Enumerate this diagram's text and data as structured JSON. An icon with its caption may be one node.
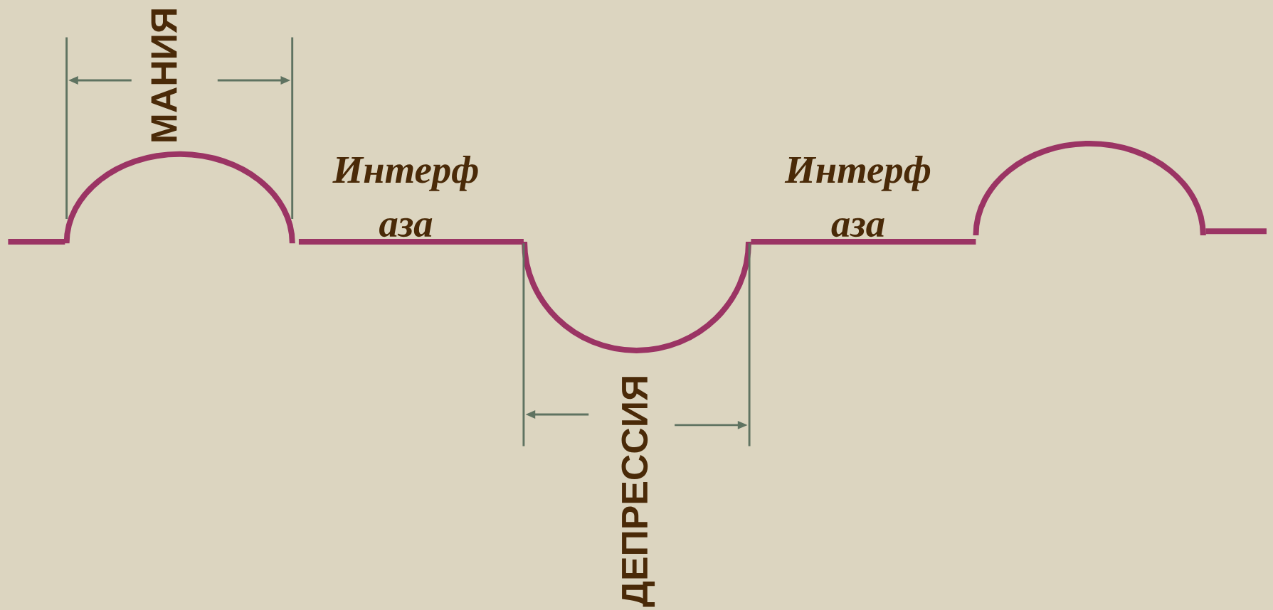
{
  "diagram": {
    "labels": [
      "МАНИЯ",
      "Интерф аза",
      "Интерф аза",
      "ДЕПРЕССИЯ"
    ]
  }
}
